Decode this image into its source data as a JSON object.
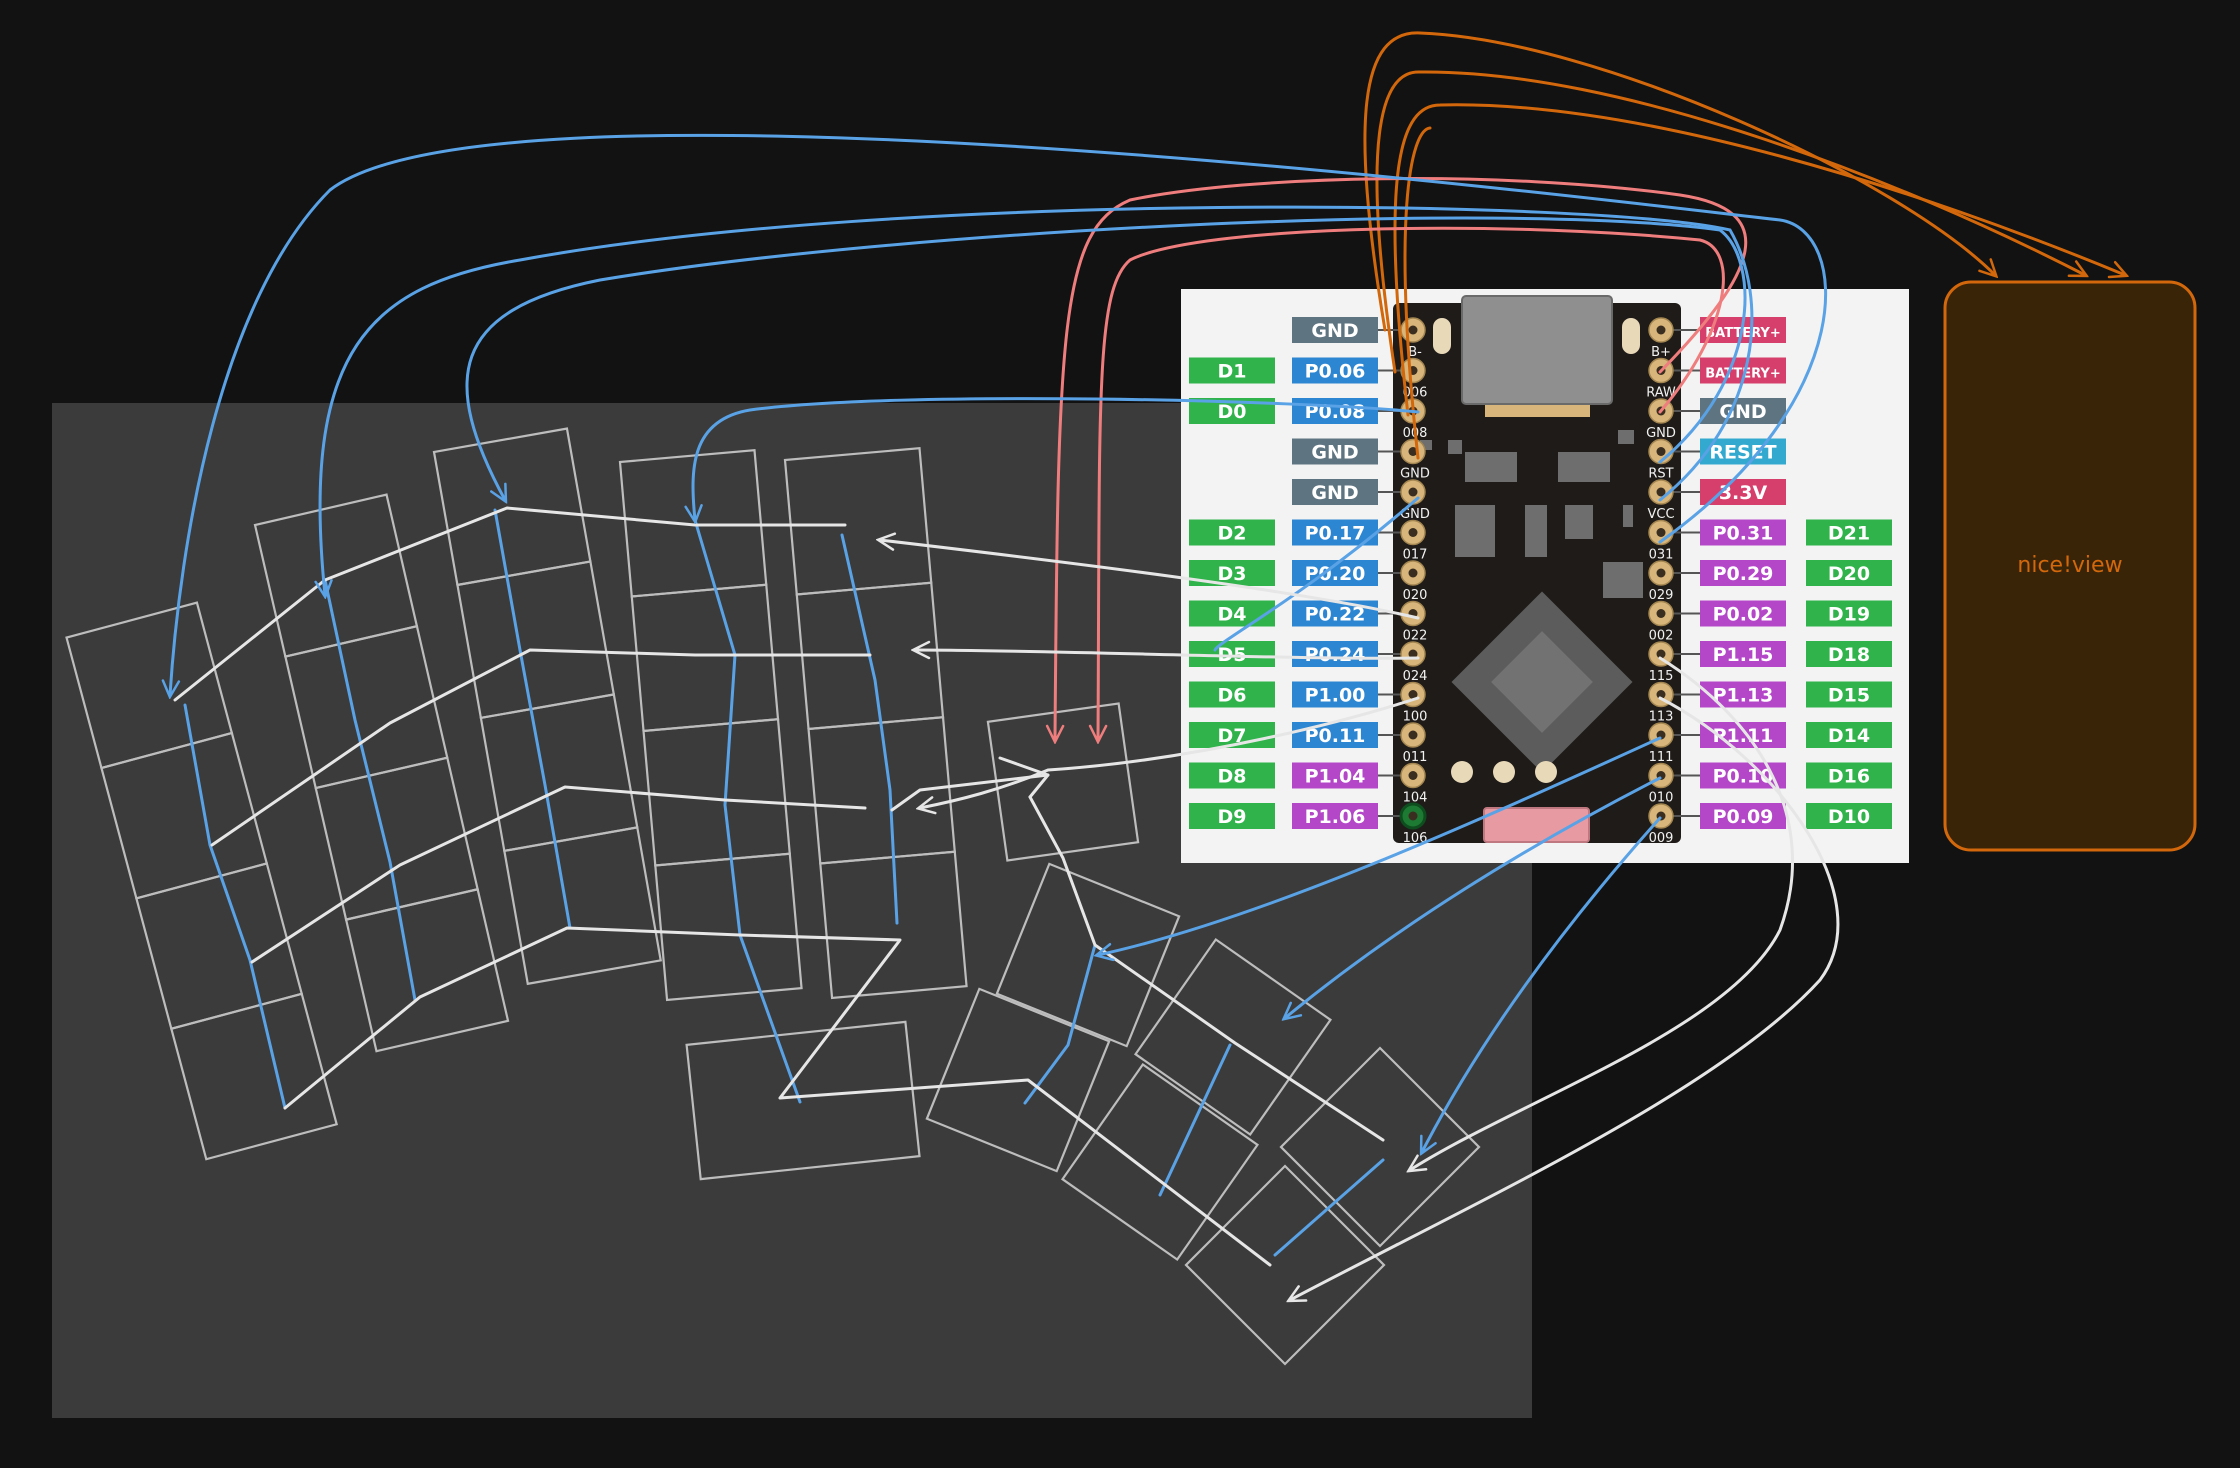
{
  "colors": {
    "background": "#121212",
    "keyboard_area": "#3b3b3b",
    "key_outline": "#bdbdbd",
    "wire_row": "#e6e6e6",
    "wire_col": "#5aa2e6",
    "wire_power": "#ef7d7d",
    "wire_display": "#d2680b",
    "board_panel": "#f3f3f3",
    "pcb": "#1f1b18",
    "pad": "#d8b57a",
    "tag_gnd": "#5e7480",
    "tag_d": "#2fb34a",
    "tag_p_left": "#2d86d2",
    "tag_p_right": "#b347c8",
    "tag_battery": "#d63f6b",
    "tag_reset": "#33a9cf",
    "tag_vcc": "#d63f6b",
    "niceview_fill": "#3a2408",
    "niceview_stroke": "#d2680b"
  },
  "board": {
    "left_pins": [
      {
        "pad": "B-",
        "tag": "GND",
        "kind": "gnd"
      },
      {
        "pad": "006",
        "tag": "P0.06",
        "d": "D1",
        "kind": "p"
      },
      {
        "pad": "008",
        "tag": "P0.08",
        "d": "D0",
        "kind": "p"
      },
      {
        "pad": "GND",
        "tag": "GND",
        "kind": "gnd"
      },
      {
        "pad": "GND",
        "tag": "GND",
        "kind": "gnd"
      },
      {
        "pad": "017",
        "tag": "P0.17",
        "d": "D2",
        "kind": "p"
      },
      {
        "pad": "020",
        "tag": "P0.20",
        "d": "D3",
        "kind": "p"
      },
      {
        "pad": "022",
        "tag": "P0.22",
        "d": "D4",
        "kind": "p"
      },
      {
        "pad": "024",
        "tag": "P0.24",
        "d": "D5",
        "kind": "p"
      },
      {
        "pad": "100",
        "tag": "P1.00",
        "d": "D6",
        "kind": "p"
      },
      {
        "pad": "011",
        "tag": "P0.11",
        "d": "D7",
        "kind": "p"
      },
      {
        "pad": "104",
        "tag": "P1.04",
        "d": "D8",
        "kind": "q"
      },
      {
        "pad": "106",
        "tag": "P1.06",
        "d": "D9",
        "kind": "q"
      }
    ],
    "right_pins": [
      {
        "pad": "B+",
        "tag": "BATTERY+",
        "kind": "bat"
      },
      {
        "pad": "RAW",
        "tag": "BATTERY+",
        "kind": "bat"
      },
      {
        "pad": "GND",
        "tag": "GND",
        "kind": "gnd"
      },
      {
        "pad": "RST",
        "tag": "RESET",
        "kind": "reset"
      },
      {
        "pad": "VCC",
        "tag": "3.3V",
        "kind": "vcc"
      },
      {
        "pad": "031",
        "tag": "P0.31",
        "d": "D21",
        "kind": "q"
      },
      {
        "pad": "029",
        "tag": "P0.29",
        "d": "D20",
        "kind": "q"
      },
      {
        "pad": "002",
        "tag": "P0.02",
        "d": "D19",
        "kind": "q"
      },
      {
        "pad": "115",
        "tag": "P1.15",
        "d": "D18",
        "kind": "q"
      },
      {
        "pad": "113",
        "tag": "P1.13",
        "d": "D15",
        "kind": "q"
      },
      {
        "pad": "111",
        "tag": "P1.11",
        "d": "D14",
        "kind": "q"
      },
      {
        "pad": "010",
        "tag": "P0.10",
        "d": "D16",
        "kind": "q"
      },
      {
        "pad": "009",
        "tag": "P0.09",
        "d": "D10",
        "kind": "q"
      }
    ]
  },
  "display": {
    "label": "nice!view"
  }
}
